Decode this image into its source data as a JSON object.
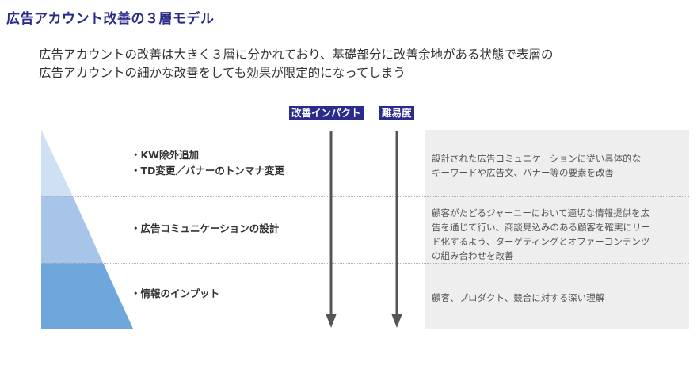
{
  "title": "広告アカウント改善の３層モデル",
  "lead": {
    "line1": "広告アカウントの改善は大きく３層に分かれており、基礎部分に改善余地がある状態で表層の",
    "line2": "広告アカウントの細かな改善をしても効果が限定的になってしまう"
  },
  "headers": {
    "impact": "改善インパクト",
    "difficulty": "難易度"
  },
  "layers": [
    {
      "items": [
        "・KW除外追加",
        "・TD変更／バナーのトンマナ変更"
      ],
      "description": [
        "設計された広告コミュニケーションに従い具体的な",
        "キーワードや広告文、バナー等の要素を改善"
      ],
      "color": "#cfe0f3"
    },
    {
      "items": [
        "・広告コミュニケーションの設計"
      ],
      "description": [
        "顧客がたどるジャーニーにおいて適切な情報提供を広",
        "告を通じて行い、商談見込みのある顧客を確実にリー",
        "ド化するよう、ターゲティングとオファーコンテンツ",
        "の組み合わせを改善"
      ],
      "color": "#a6c5e8"
    },
    {
      "items": [
        "・情報のインプット"
      ],
      "description": [
        "顧客、プロダクト、競合に対する深い理解"
      ],
      "color": "#6fa6dc"
    }
  ],
  "colors": {
    "title": "#2b2b8c",
    "header_bg": "#2b2b8c",
    "arrow": "#555555",
    "panel_bg": "#eeeeee"
  }
}
